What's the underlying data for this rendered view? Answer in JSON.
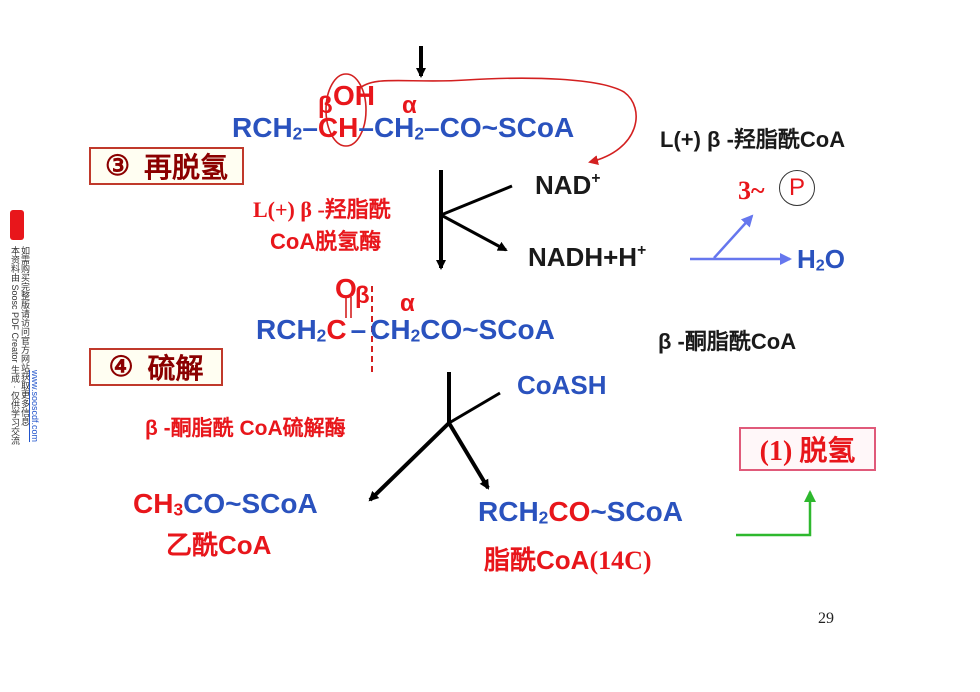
{
  "compound1": {
    "oh": "OH",
    "beta": "β",
    "alpha": "α",
    "r": "RCH",
    "r_sub": "2",
    "ch": "CH",
    "ch2": "CH",
    "ch2_sub": "2",
    "tail": "CO~SCoA"
  },
  "compound1_name": "L(+) β -羟脂酰CoA",
  "step3": {
    "num": "③",
    "label": "再脱氢"
  },
  "enzyme3": {
    "line1": "L(+) β -羟脂酰",
    "line2": "CoA脱氢酶"
  },
  "nad": {
    "base": "NAD",
    "sup": "+"
  },
  "nadh": {
    "base": "NADH+H",
    "sup": "+"
  },
  "atp": {
    "count": "3~",
    "p": "P"
  },
  "water": {
    "h": "H",
    "sub": "2",
    "o": "O"
  },
  "compound2": {
    "o": "O",
    "beta": "β",
    "alpha": "α",
    "r": "RCH",
    "r_sub": "2",
    "c": "C",
    "ch2": "CH",
    "ch2_sub": "2",
    "tail": "CO~SCoA"
  },
  "compound2_name": "β -酮脂酰CoA",
  "step4": {
    "num": "④",
    "label": "硫解"
  },
  "coash": "CoASH",
  "enzyme4": "β -酮脂酰 CoA硫解酶",
  "repeat_box": "(1)  脱氢",
  "product_left": {
    "ch": "CH",
    "sub": "3",
    "rest": "CO~SCoA",
    "name": "乙酰CoA"
  },
  "product_right": {
    "r": "RCH",
    "sub": "2",
    "c": "C",
    "o": "O",
    "rest": "~SCoA",
    "name": "脂酰CoA",
    "count": "(14C)"
  },
  "page_number": "29",
  "sidebar": {
    "line1": "本资料由 Soosc PDF Creator 生成 · 仅供学习交流",
    "line2": "如需购买完整版请访问官方网站获取更多信息",
    "url": "www.sooscdf.com"
  },
  "colors": {
    "blue": "#2a52be",
    "red": "#e8161b",
    "green": "#2eb82e",
    "arrowBlue": "#6677ee"
  }
}
